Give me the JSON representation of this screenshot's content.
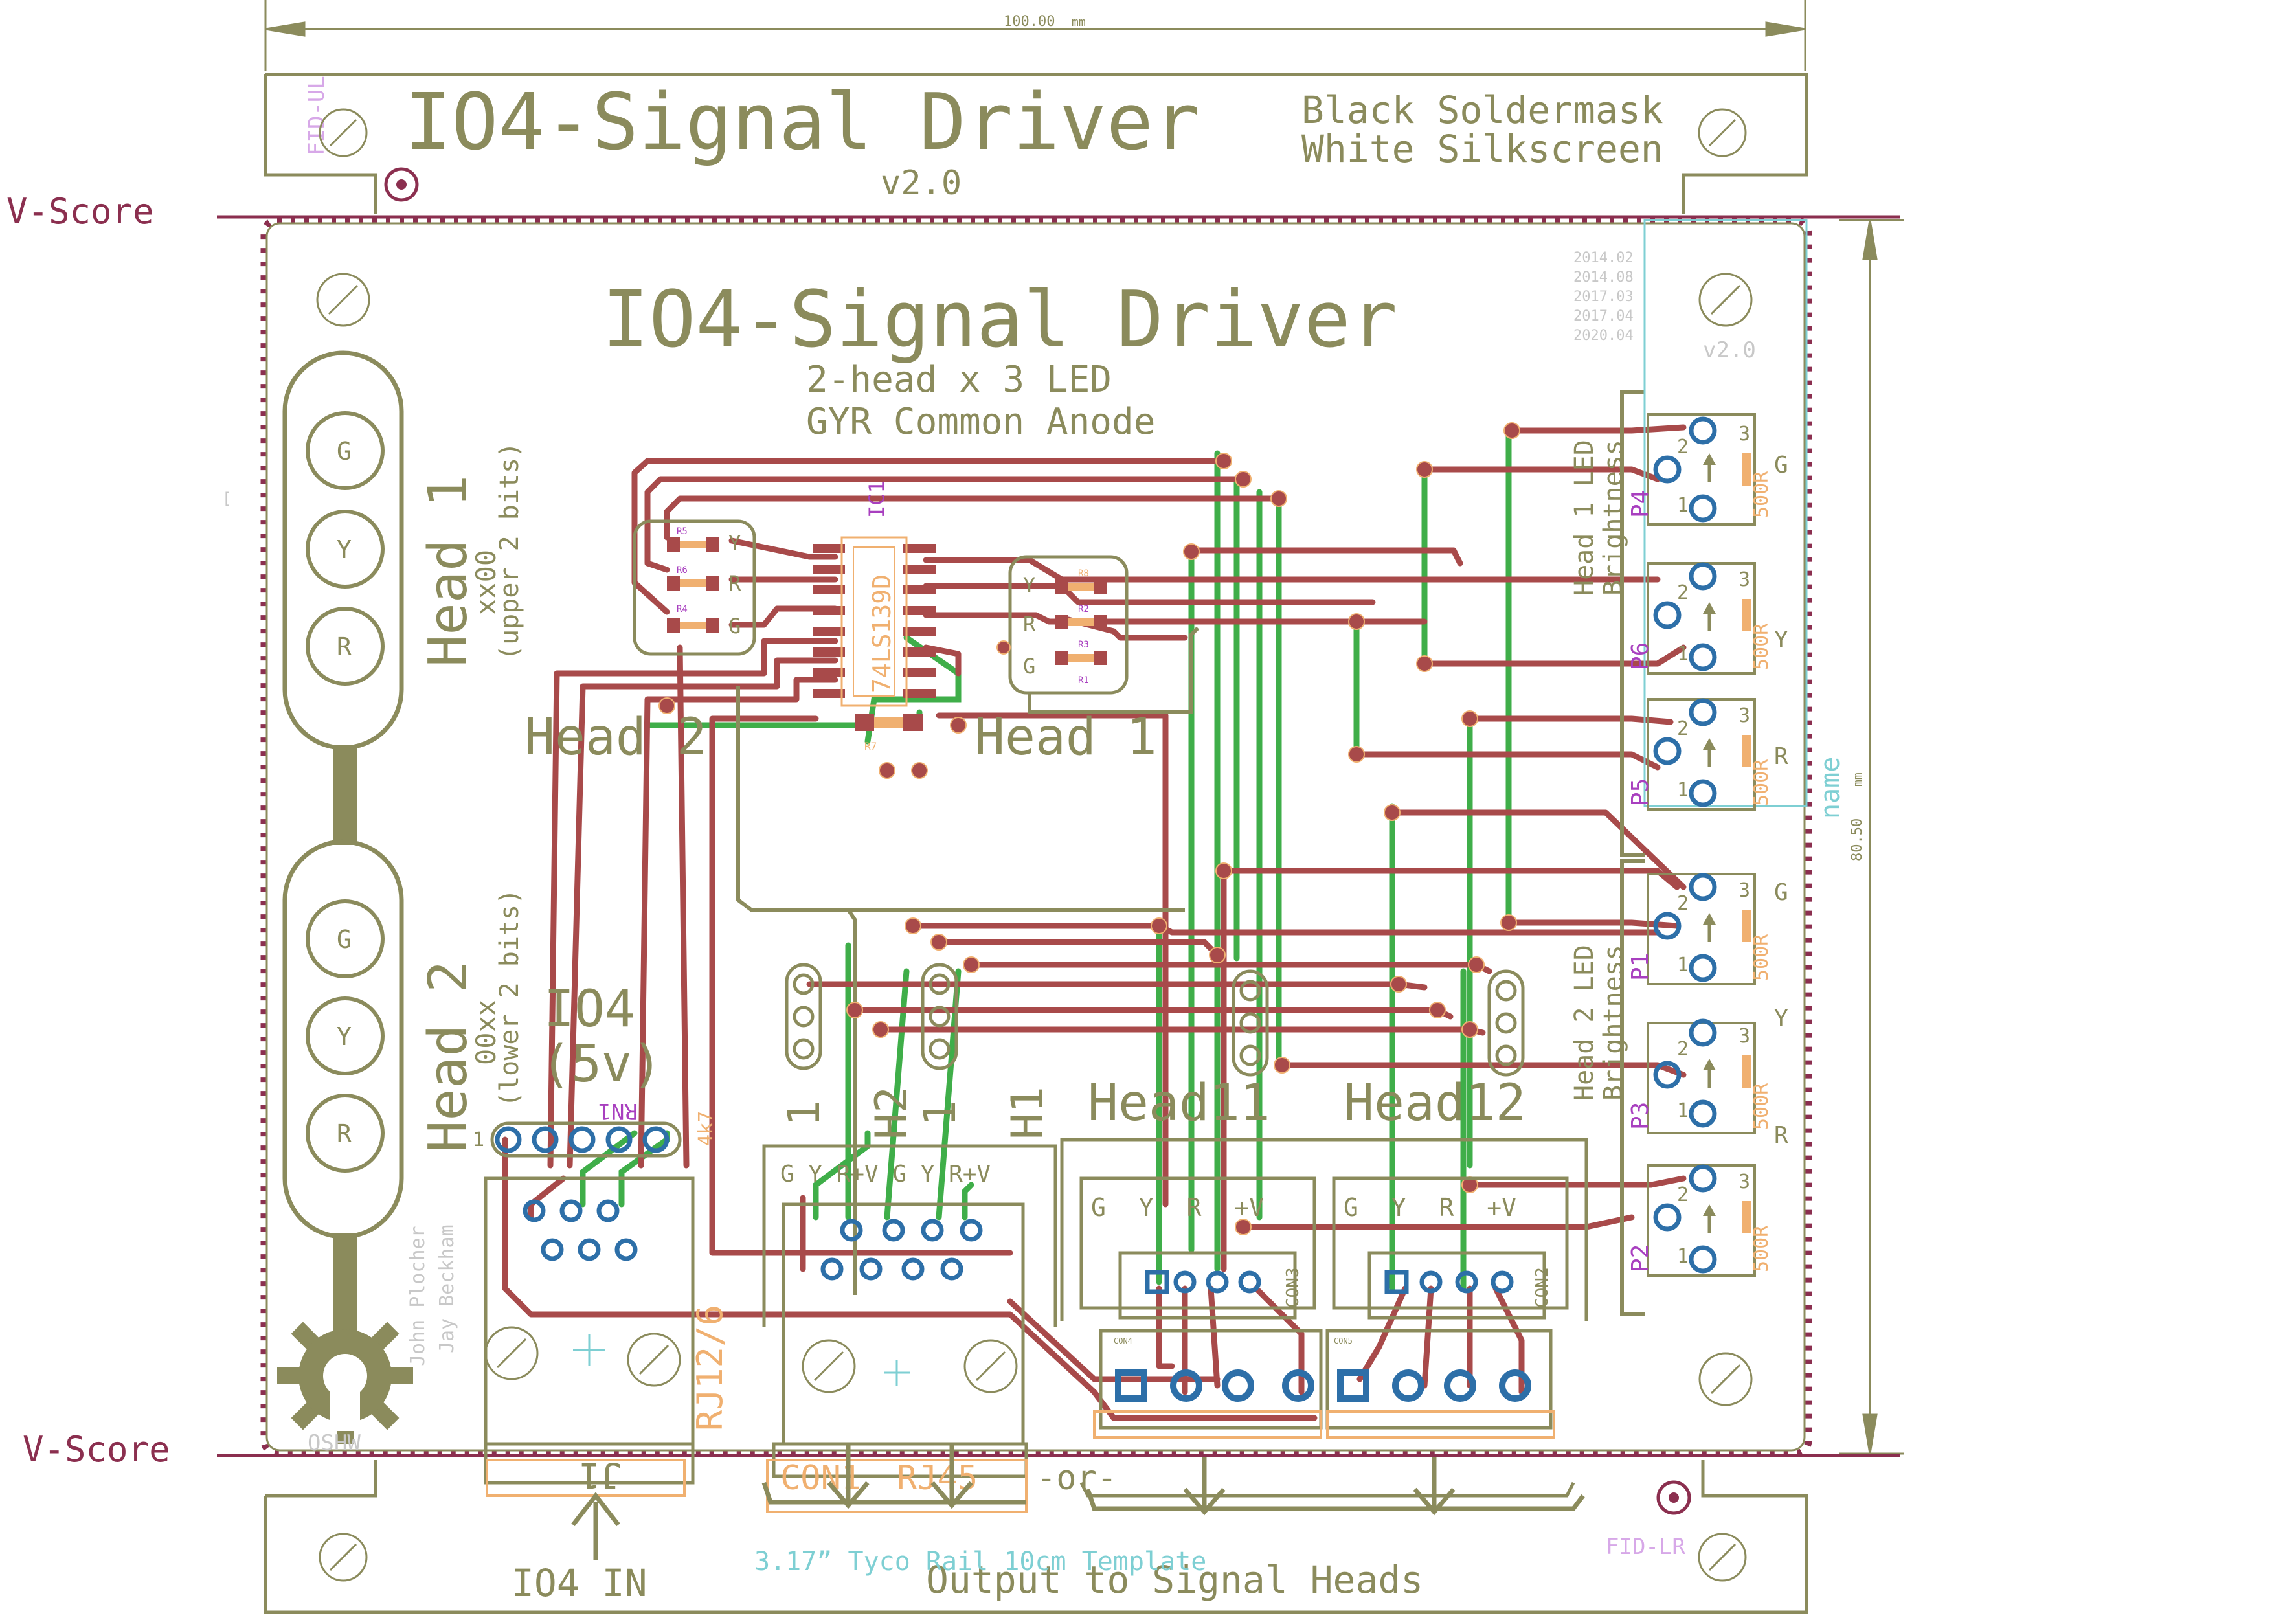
{
  "colors": {
    "silk": "#8b8b5c",
    "copper_top": "#a84a4a",
    "copper_bottom": "#3fae49",
    "vscore": "#8b2f4f",
    "pad": "#2d6fa8",
    "dim": "#7ecfd3",
    "doc": "#f0b070",
    "label_purple": "#a83fbf"
  },
  "dimensions": {
    "width": "100.00",
    "width_unit": "mm",
    "height": "80.50",
    "height_unit": "mm",
    "name": "name"
  },
  "vscore": {
    "top": "V-Score",
    "bottom": "V-Score"
  },
  "fiducials": {
    "upper_left": "FID-UL",
    "lower_right": "FID-LR"
  },
  "rail_top": {
    "title": "IO4-Signal Driver",
    "version": "v2.0",
    "note_line1": "Black Soldermask",
    "note_line2": "White Silkscreen"
  },
  "board": {
    "title": "IO4-Signal Driver",
    "subtitle_line1": "2-head x 3 LED",
    "subtitle_line2": "GYR Common Anode",
    "version": "v2.0",
    "dates": [
      "2014.02",
      "2014.08",
      "2017.03",
      "2017.04",
      "2020.04"
    ],
    "authors": [
      "John Plocher",
      "Jay Beckham"
    ],
    "oshw": "OSHW"
  },
  "heads": {
    "head1_title": "Head 1",
    "head1_code": "xx00",
    "head1_bits": "(upper 2 bits)",
    "head2_title": "Head 2",
    "head2_code": "00xx",
    "head2_bits": "(lower 2 bits)",
    "lamp_letters": [
      "G",
      "Y",
      "R"
    ]
  },
  "chip": {
    "refdes": "IC1",
    "part": "74LS139D",
    "left_label": "Head 2",
    "right_label": "Head 1"
  },
  "resistors": {
    "left": [
      "R5",
      "R6",
      "R4"
    ],
    "right": [
      "R8",
      "R2",
      "R3",
      "R1"
    ],
    "left_letters": [
      "Y",
      "R",
      "G"
    ],
    "right_letters": [
      "Y",
      "R",
      "G"
    ],
    "bottom": "R7"
  },
  "pots": {
    "group1_label1": "Head 1 LED",
    "group1_label2": "Brightness",
    "group2_label1": "Head 2 LED",
    "group2_label2": "Brightness",
    "refs": [
      "P4",
      "P6",
      "P5",
      "P1",
      "P3",
      "P2"
    ],
    "value": "500R",
    "colors": [
      "G",
      "Y",
      "R",
      "G",
      "Y",
      "R"
    ],
    "pin1": "1",
    "pin2": "2",
    "pin3": "3"
  },
  "io4": {
    "label1": "IO4",
    "label2": "(5v)",
    "rn": "RN1",
    "rn_value": "4k7",
    "pin1": "1",
    "jack": "RJ12/6",
    "conn": "J1",
    "arrow_label": "IO4 IN"
  },
  "outputs": {
    "h2": "H2",
    "h1": "H1",
    "one_a": "1",
    "one_b": "1",
    "rj45_pins": "G Y R+V G Y R+V",
    "con1": "CON1",
    "rj45": "RJ45",
    "or": "-or-",
    "head11": "Head11",
    "head12": "Head12",
    "con3_pins": "G Y R +V",
    "con2_pins": "G Y R +V",
    "con3": "CON3",
    "con2": "CON2",
    "con4": "CON4",
    "con5": "CON5",
    "output_label": "Output to Signal Heads",
    "template_note": "3.17” Tyco Rail 10cm Template"
  }
}
